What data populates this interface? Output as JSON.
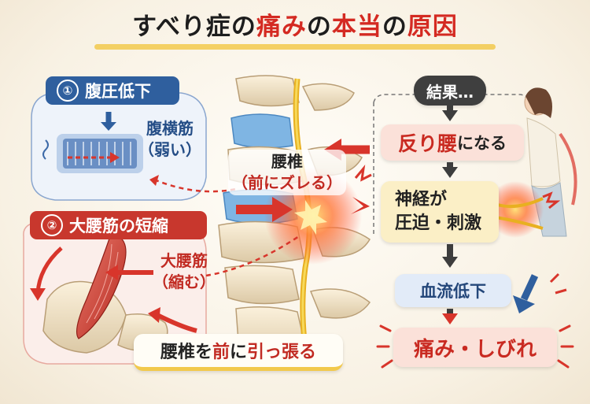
{
  "title": {
    "part1": "すべり症の",
    "part2": "痛み",
    "part3": "の",
    "part4": "本当",
    "part5": "の",
    "part6": "原因"
  },
  "section1": {
    "num": "①",
    "label": "腹圧低下",
    "muscle_name": "腹横筋",
    "muscle_state": "（弱い）"
  },
  "section2": {
    "num": "②",
    "label": "大腰筋の短縮",
    "muscle_name": "大腰筋",
    "muscle_state": "（縮む）"
  },
  "center": {
    "vertebra": "腰椎",
    "shift": "（前にズレる）",
    "pull_a": "腰椎を",
    "pull_b": "前",
    "pull_c": "に",
    "pull_d": "引っ張る"
  },
  "result": {
    "header": "結果…",
    "step1_a": "反り腰",
    "step1_b": "になる",
    "step2_line1": "神経が",
    "step2_line2": "圧迫・刺激",
    "step3": "血流低下",
    "step4": "痛み・しびれ"
  }
}
